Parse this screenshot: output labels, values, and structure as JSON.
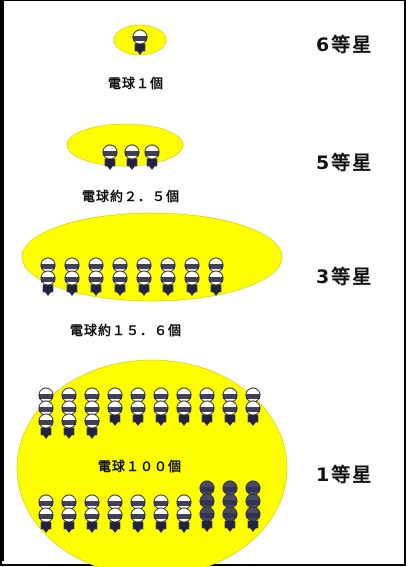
{
  "rows": [
    {
      "magnitude_label": "6等星",
      "bulb_label": "電球１個"
    },
    {
      "magnitude_label": "5等星",
      "bulb_label": "電球約２．５個"
    },
    {
      "magnitude_label": "3等星",
      "bulb_label": "電球約１５．６個"
    },
    {
      "magnitude_label": "1等星",
      "bulb_label": "電球１００個"
    }
  ],
  "colors": {
    "glow": "#ffff00",
    "bulb_lit": "#ffffff",
    "bulb_dark": "#2f2f4f",
    "bulb_base": "#222244",
    "outline": "#333333"
  }
}
